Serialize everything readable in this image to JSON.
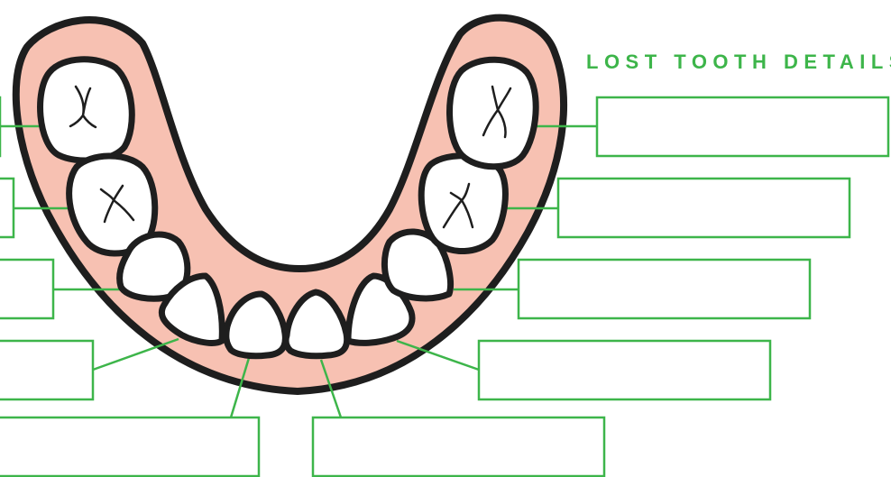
{
  "title": "LOST TOOTH DETAILS",
  "colors": {
    "accent": "#3db54a",
    "gum": "#f7c1b2",
    "outline": "#1e1e1e",
    "tooth": "#ffffff"
  },
  "detail_boxes": [
    {
      "tooth": "left-back-molar",
      "value": ""
    },
    {
      "tooth": "left-front-molar",
      "value": ""
    },
    {
      "tooth": "left-canine",
      "value": ""
    },
    {
      "tooth": "left-lateral-incisor",
      "value": ""
    },
    {
      "tooth": "left-central-incisor",
      "value": ""
    },
    {
      "tooth": "right-central-incisor",
      "value": ""
    },
    {
      "tooth": "right-lateral-incisor",
      "value": ""
    },
    {
      "tooth": "right-canine",
      "value": ""
    },
    {
      "tooth": "right-front-molar",
      "value": ""
    },
    {
      "tooth": "right-back-molar",
      "value": ""
    }
  ]
}
